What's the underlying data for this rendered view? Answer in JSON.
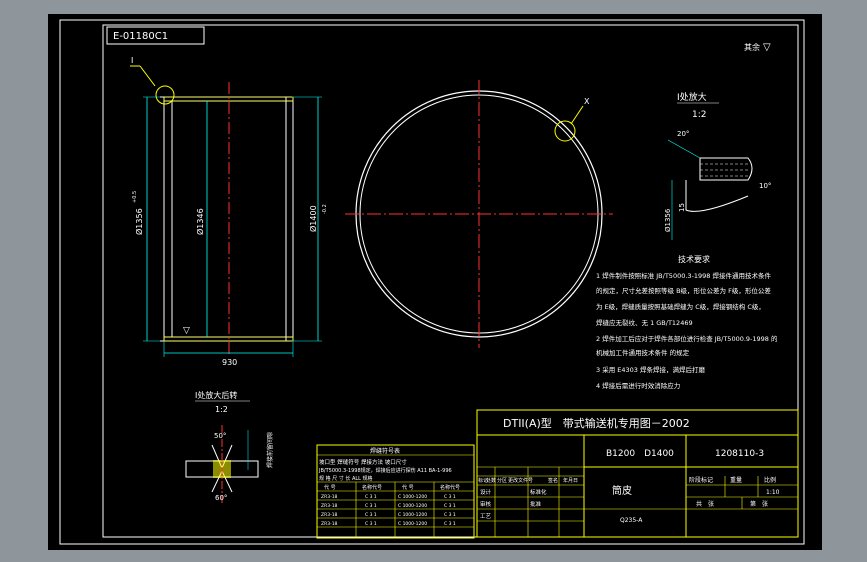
{
  "drawing": {
    "number_box": "E-01180C1",
    "corner_mark": "其余",
    "detail_ref": "I",
    "detail_ref_small": "X",
    "dim_outer_dia": "Ø1356",
    "dim_outer_tol": "+0.5",
    "dim_inner_dia": "Ø1346",
    "dim_drum_dia": "Ø1400",
    "dim_drum_tol": "-0.2",
    "dim_length": "930",
    "detail_title": "I处放大",
    "detail_scale": "1:2",
    "detail_angle1": "20°",
    "detail_angle2": "10°",
    "detail_dia": "Ø1356",
    "detail_dim": "15",
    "detail2_title": "I处放大后转",
    "detail2_scale": "1:2",
    "detail2_angle_top": "50°",
    "detail2_angle_bottom": "60°",
    "detail2_side": "焊接前留间隙"
  },
  "notes": {
    "heading": "技术要求",
    "lines": [
      "1 焊件制件按照标准 JB/T5000.3-1998 焊接件通用技术条件",
      "  的规定，尺寸允差按照等级 B级，形位公差为 F级，形位公差",
      "  为 E级，焊缝质量按照基础焊缝为 C级，焊接钢结构 C级，",
      "  焊缝应无裂纹、无 1 GB/T12469",
      "2 焊件加工后应对于焊件各部位进行检查 JB/T5000.9-1998 的",
      "  机械加工件通用技术条件 的规定",
      "3 采用 E4303 焊条焊接，满焊后打磨",
      "4 焊接后需进行时效消除应力"
    ]
  },
  "sub_table": {
    "title": "焊缝符号表",
    "rows": [
      "坡口型 焊缝符号 焊接方法 坡口尺寸",
      "JB/T5000.3-1998规定，焊接后应进行探伤 A11 BA-1-996",
      "规 格 尺 寸   长   ALL 规格"
    ],
    "header": [
      "代 号",
      "名称代号",
      "代 号",
      "名称代号"
    ],
    "cells": [
      [
        "ZR3-18",
        "C 3 1",
        "C 1000-1200",
        "C 3 1"
      ],
      [
        "ZR3-18",
        "C 3 1",
        "C 1000-1200",
        "C 3 1"
      ],
      [
        "ZR3-18",
        "C 3 1",
        "C 1000-1200",
        "C 3 1"
      ],
      [
        "ZR3-18",
        "C 3 1",
        "C 1000-1200",
        "C 3 1"
      ]
    ]
  },
  "title_block": {
    "title": "DTII(A)型　带式输送机专用图－2002",
    "spec": "B1200　D1400",
    "drawing_no": "1208110-3",
    "part_name": "筒皮",
    "material": "Q235-A",
    "stage_label": "阶段标记",
    "weight_label": "重量",
    "scale_label": "比例",
    "scale_value": "1:10",
    "sheet_label": "共　张",
    "sheet_of": "第　张",
    "rows_left": [
      "标记",
      "处数",
      "分区",
      "更改文件号",
      "签名",
      "年月日"
    ],
    "role_labels": [
      "设计",
      "审核",
      "工艺",
      "标准化",
      "批准"
    ]
  }
}
